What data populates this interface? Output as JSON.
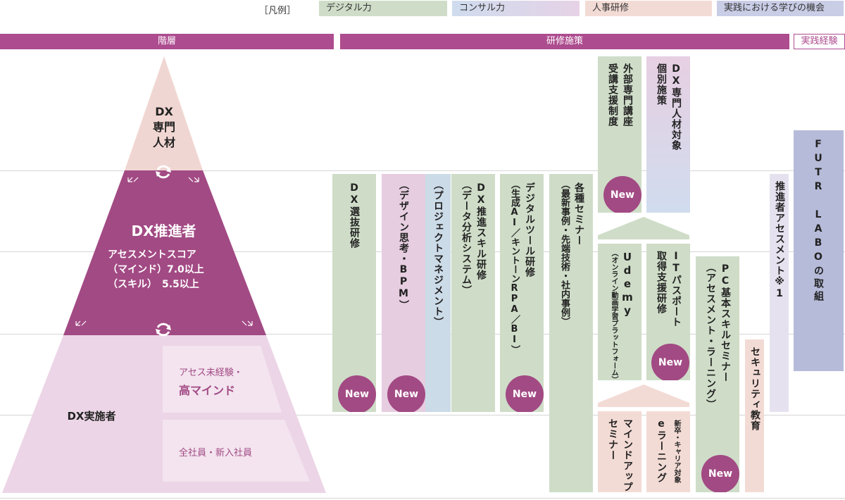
{
  "legend": {
    "label": "［凡例］",
    "items": [
      {
        "label": "デジタル力",
        "color": "#cfddc8"
      },
      {
        "label": "コンサル力",
        "color": "#d7dcef"
      },
      {
        "label": "人事研修",
        "color": "#f3dbd5"
      },
      {
        "label": "実践における学びの機会",
        "color": "#c9cde6"
      }
    ]
  },
  "headers": {
    "tier": "階層",
    "measures": "研修施策",
    "practice": "実践経験"
  },
  "pyramid": {
    "top": "DX\n専門\n人材",
    "middle_title": "DX推進者",
    "middle_score_1": "アセスメントスコア",
    "middle_score_2": "（マインド）7.0以上",
    "middle_score_3": "（スキル）　5.5以上",
    "bottom_title": "DX実施者",
    "bottom_box1_line1": "アセス未経験・",
    "bottom_box1_line2": "高マインド",
    "bottom_box2": "全社員・新入社員"
  },
  "new_badge": "New",
  "columns": {
    "dx_selection": "DX選抜研修",
    "design": "（デザイン思考・BPM）",
    "project": "（プロジェクトマネジメント）",
    "dx_skill_1": "DX推進スキル研修",
    "dx_skill_2": "（データ分析システム）",
    "digital_tool_1": "デジタルツール研修",
    "digital_tool_2": "（生成AI／キントーンRPA／BI）",
    "seminar_1": "各種セミナー",
    "seminar_2": "（最新事例・先端技術・社内事例）",
    "external_1": "外部専門講座",
    "external_2": "受講支援制度",
    "dx_expert_1": "DX専門人材対象",
    "dx_expert_2": "個別施策",
    "udemy_1": "Udemy",
    "udemy_2": "（オンライン動画学習プラットフォーム）",
    "it_passport_1": "ITパスポート",
    "it_passport_2": "取得支援研修",
    "pc_skill_1": "PC基本スキルセミナー",
    "pc_skill_2": "（アセスメント・ラーニング）",
    "mindup_1": "マインドアップ",
    "mindup_2": "セミナー",
    "elearning_1": "新卒・キャリア対象",
    "elearning_2": "eラーニング",
    "security": "セキュリティ教育",
    "assessment": "推進者アセスメント※1",
    "futr": "FUTR LABOの取組"
  }
}
